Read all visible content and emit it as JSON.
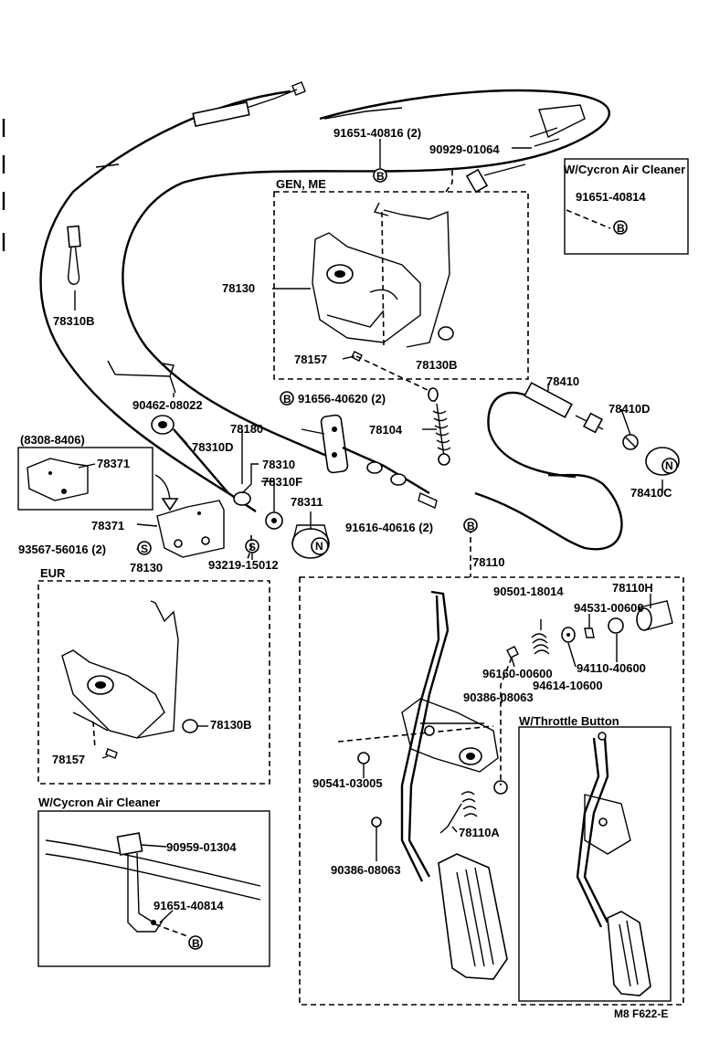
{
  "labels": {
    "p91651_40816": "91651-40816 (2)",
    "p90929_01064": "90929-01064",
    "wcyron_top": "W/Cycron Air Cleaner",
    "p91651_40814_top": "91651-40814",
    "gen_me": "GEN, ME",
    "p78130_top": "78130",
    "p78310b": "78310B",
    "p78157_top": "78157",
    "p78130b_top": "78130B",
    "p90462_08022": "90462-08022",
    "p91656_40620": "91656-40620 (2)",
    "p78410": "78410",
    "p78104": "78104",
    "p78410d": "78410D",
    "p78180": "78180",
    "p78310d": "78310D",
    "p8308_8406": "(8308-8406)",
    "p78371_box": "78371",
    "p78310": "78310",
    "p78310f": "78310F",
    "p78410c": "78410C",
    "p78311": "78311",
    "p78371": "78371",
    "p91616_40616": "91616-40616 (2)",
    "p93567_56016": "93567-56016 (2)",
    "p93219_15012": "93219-15012",
    "p78130_eur": "78130",
    "p78110": "78110",
    "eur": "EUR",
    "p78110h": "78110H",
    "p90501_18014": "90501-18014",
    "p94531_00600": "94531-00600",
    "p94110_40600": "94110-40600",
    "p96160_00600": "96160-00600",
    "p94614_10600": "94614-10600",
    "p90386_08063_a": "90386-08063",
    "p78130b_eur": "78130B",
    "w_throttle": "W/Throttle Button",
    "p78157_eur": "78157",
    "p90541_03005": "90541-03005",
    "wcyron_bottom": "W/Cycron Air Cleaner",
    "p78110a": "78110A",
    "p90959_01304": "90959-01304",
    "p90386_08063_b": "90386-08063",
    "p91651_40814_bottom": "91651-40814",
    "code": "M8 F622-E"
  },
  "symbols": {
    "b": "B",
    "s": "S",
    "n": "N"
  }
}
